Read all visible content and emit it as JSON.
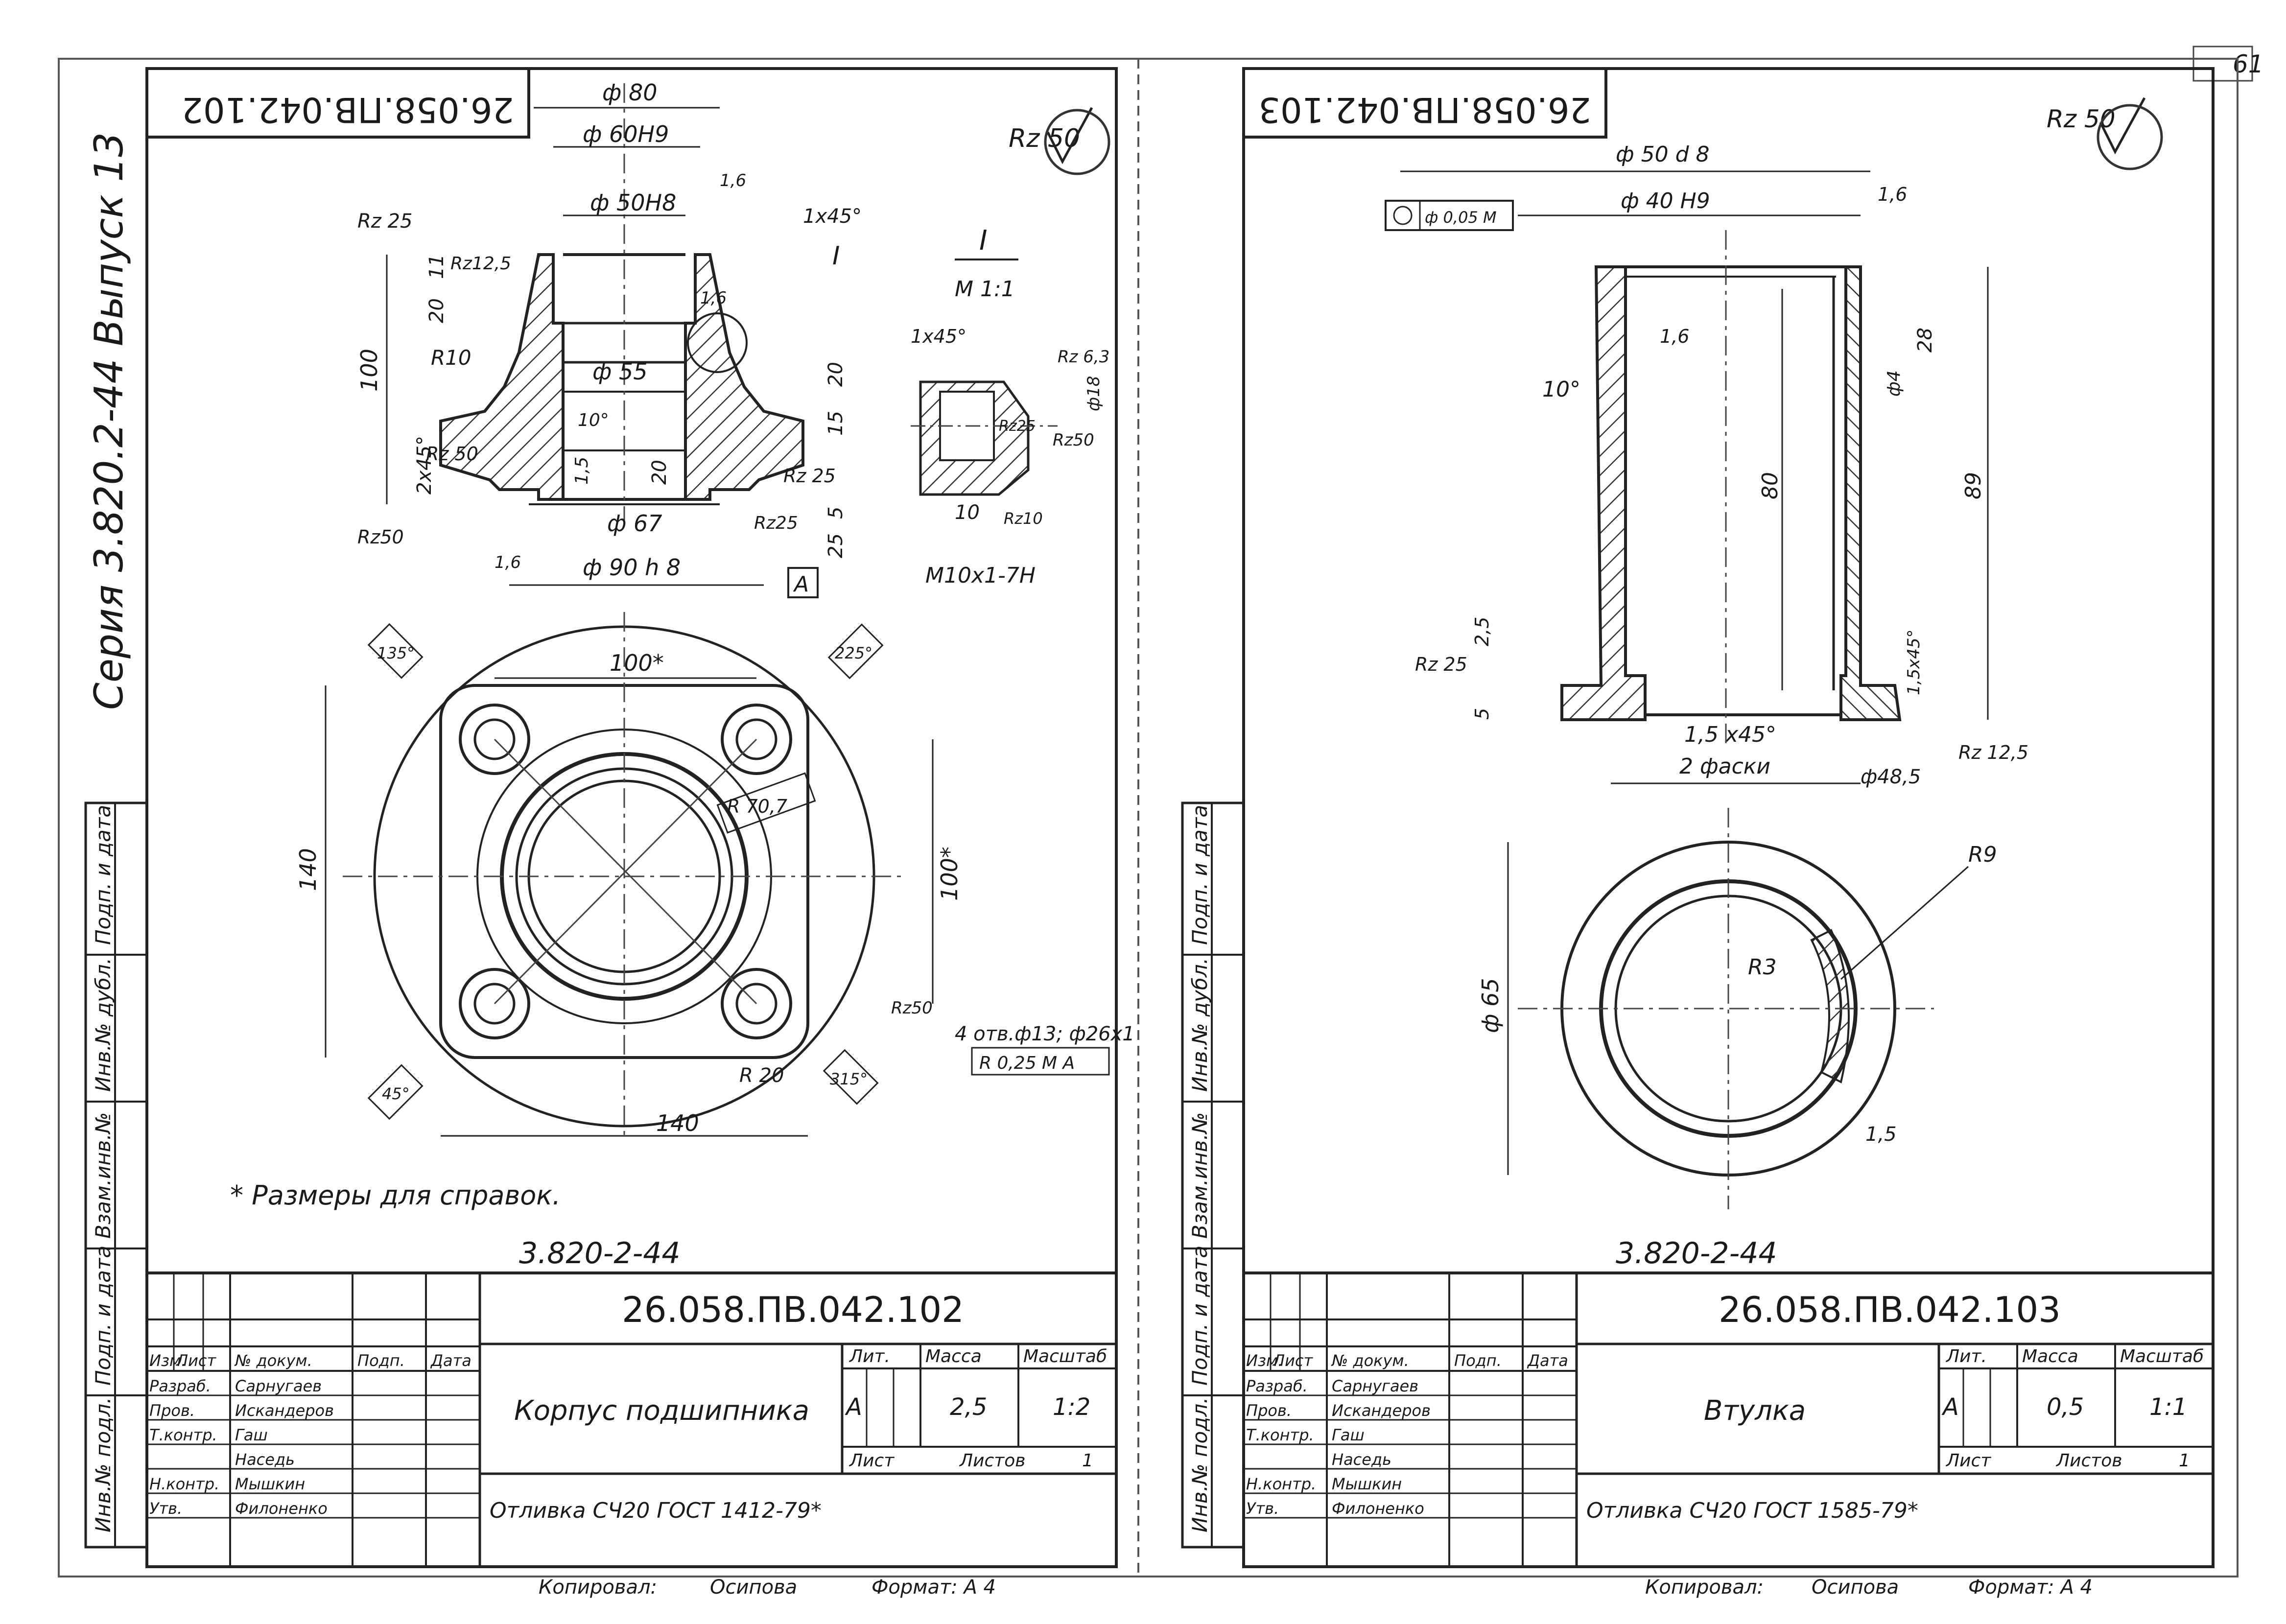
{
  "page_number": "61",
  "series_label": "Серия 3.820.2-44 Выпуск 13",
  "side_stamp_labels": [
    "Инв.№ подл.",
    "Подп. и дата",
    "Взам.инв.№",
    "Инв.№ дубл.",
    "Подп. и дата"
  ],
  "stamp_headers": [
    "Изм.",
    "Лист",
    "№ докум.",
    "Подп.",
    "Дата"
  ],
  "stamp_roles": [
    "Разраб.",
    "Пров.",
    "Т.контр.",
    "Н.контр.",
    "Утв."
  ],
  "stamp_names": [
    "Сарнугаев",
    "Искандеров",
    "Гаш",
    "Наседь",
    "Мышкин",
    "Филоненко"
  ],
  "stamp_lit_label": "Лит.",
  "stamp_mass_label": "Масса",
  "stamp_scale_label": "Масштаб",
  "stamp_sheet_label": "Лист",
  "stamp_sheets_label": "Листов",
  "copied_by": "Копировал:",
  "copier": "Осипова",
  "format": "Формат: А 4",
  "left": {
    "rotated_code": "26.058.ПВ.042.102",
    "roughness_mark": "Rz 50",
    "series_handwritten": "3.820-2-44",
    "note": "* Размеры для справок.",
    "doc_code": "26.058.ПВ.042.102",
    "part_name": "Корпус подшипника",
    "material": "Отливка СЧ20 ГОСТ 1412-79*",
    "lit": "А",
    "mass": "2,5",
    "scale": "1:2",
    "sheets": "1",
    "dims": {
      "d_top": "ф 80",
      "d60": "ф 60Н9",
      "d50": "ф 50Н8",
      "d55": "ф 55",
      "d67": "ф 67",
      "d90": "ф 90 h 8",
      "h100": "100",
      "h11": "11",
      "h20": "20",
      "h20b": "20",
      "h15": "15",
      "h5": "5",
      "h25": "25",
      "h20c": "20",
      "h15b": "1,5",
      "r10": "R10",
      "ch2x45": "2x45°",
      "ch1x45": "1x45°",
      "ang10": "10°",
      "rz25a": "Rz 25",
      "rz125": "Rz12,5",
      "rz50a": "Rz 50",
      "rz50b": "Rz50",
      "rz25b": "Rz 25",
      "rz25c": "Rz25",
      "r16": "1,6",
      "r16b": "1,6",
      "r16c": "1,6",
      "datumA": "А",
      "secI": "I",
      "secScale": "М 1:1",
      "m10": "М10x1-7Н",
      "d10": "10",
      "ch1x45b": "1x45°",
      "rz63": "Rz 6,3",
      "d18": "ф18",
      "rz25d": "Rz25",
      "rz50c": "Rz50",
      "rz10": "Rz10",
      "w100": "100*",
      "w140": "140",
      "w140b": "140",
      "h100b": "100*",
      "ang135": "135°",
      "ang225": "225°",
      "ang45": "45°",
      "ang315": "315°",
      "r707": "R 70,7",
      "r20": "R 20",
      "rz50d": "Rz50",
      "holes": "4 отв.ф13; ф26x1",
      "pos": "R 0,25 М А"
    }
  },
  "right": {
    "rotated_code": "26.058.ПВ.042.103",
    "roughness_mark": "Rz 50",
    "series_handwritten": "3.820-2-44",
    "doc_code": "26.058.ПВ.042.103",
    "part_name": "Втулка",
    "material": "Отливка СЧ20 ГОСТ 1585-79*",
    "lit": "А",
    "mass": "0,5",
    "scale": "1:1",
    "sheets": "1",
    "dims": {
      "d50": "ф 50 d 8",
      "d40": "ф 40 Н9",
      "conc": "ф 0,05 М",
      "r16": "1,6",
      "r16b": "1,6",
      "ang10": "10°",
      "h80": "80",
      "h28": "28",
      "d4": "ф4",
      "h89": "89",
      "rz25": "Rz 25",
      "h25": "2,5",
      "h5": "5",
      "ch15": "1,5x45°",
      "ch15b": "1,5 x45°",
      "two": "2 фаски",
      "d485": "ф48,5",
      "rz125": "Rz 12,5",
      "d65": "ф 65",
      "r9": "R9",
      "r3": "R3",
      "w15": "1,5"
    }
  }
}
